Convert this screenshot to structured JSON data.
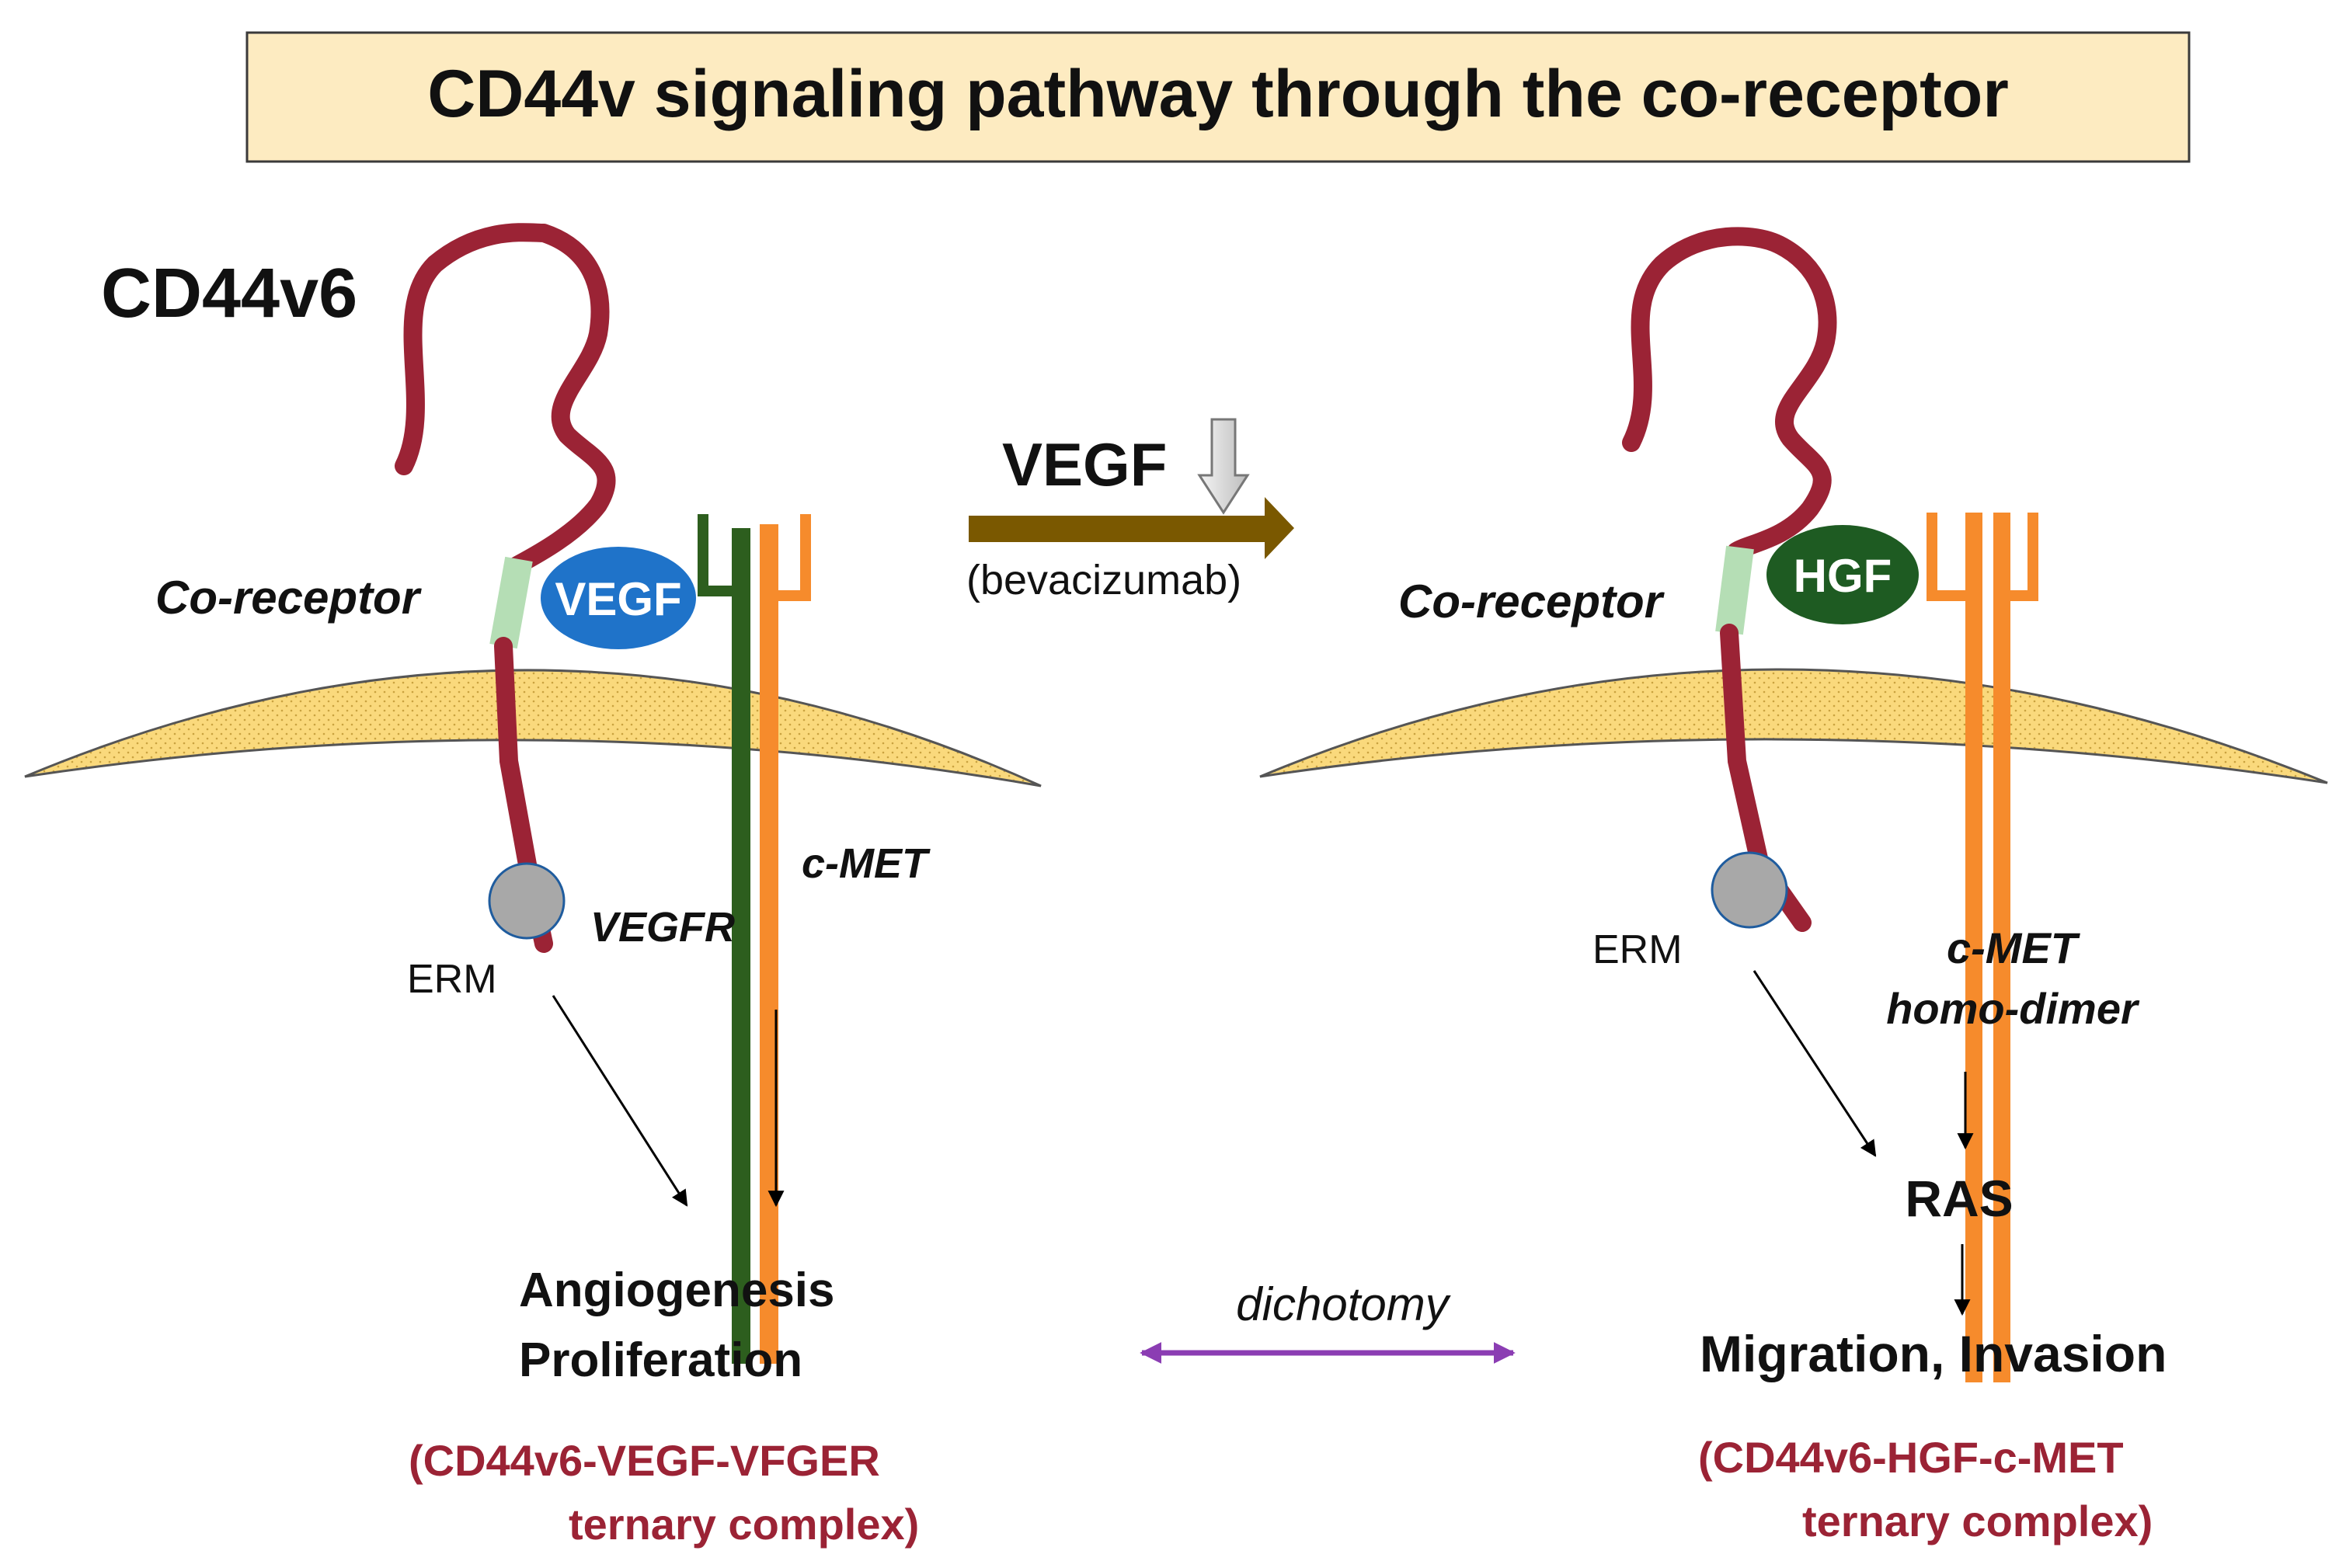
{
  "title": "CD44v signaling pathway through the co-receptor",
  "colors": {
    "title_bg": "#FDEBC1",
    "cd44": "#9B2335",
    "co_receptor": "#B5DEB5",
    "membrane": "#FAD97C",
    "vegf": "#1F73C9",
    "hgf": "#1E5B22",
    "vegfr": "#2D5E1E",
    "cmet": "#F68B2C",
    "erm": "#A8A8A8",
    "transition_arrow": "#7A5800",
    "dichotomy_arrow": "#8B3DB3",
    "complex_text": "#9B2335"
  },
  "left": {
    "protein_label": "CD44v6",
    "co_receptor_label": "Co-receptor",
    "ligand_label": "VEGF",
    "receptor1_label": "VEGFR",
    "receptor2_label": "c-MET",
    "erm_label": "ERM",
    "outcome_line1": "Angiogenesis",
    "outcome_line2": "Proliferation",
    "complex_line1": "(CD44v6-VEGF-VFGER",
    "complex_line2": "ternary complex)"
  },
  "transition": {
    "label": "VEGF",
    "drug": "(bevacizumab)"
  },
  "right": {
    "co_receptor_label": "Co-receptor",
    "ligand_label": "HGF",
    "erm_label": "ERM",
    "receptor_line1": "c-MET",
    "receptor_line2": "homo-dimer",
    "effector": "RAS",
    "outcome": "Migration, Invasion",
    "complex_line1": "(CD44v6-HGF-c-MET",
    "complex_line2": "ternary complex)"
  },
  "dichotomy_label": "dichotomy"
}
